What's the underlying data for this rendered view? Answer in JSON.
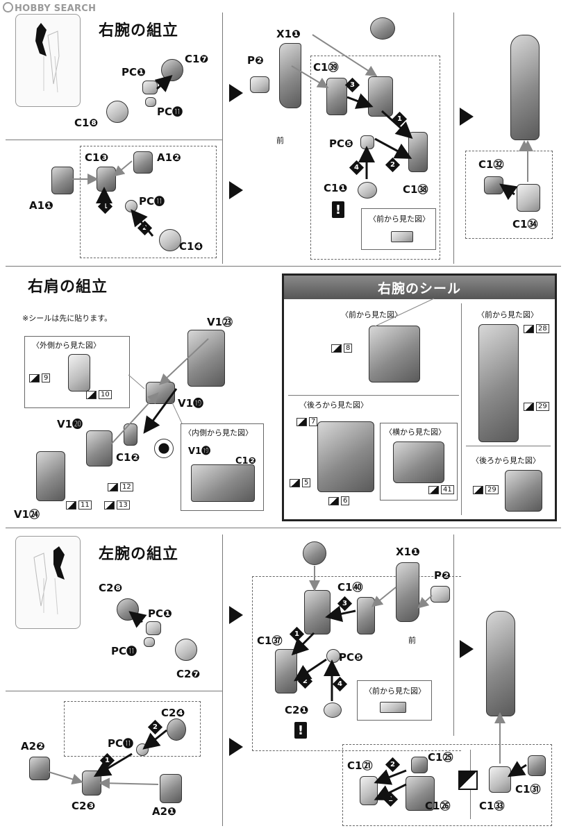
{
  "watermark": {
    "text": "HOBBY SEARCH"
  },
  "sections": {
    "right_arm": {
      "title": "右腕の組立"
    },
    "right_shoulder": {
      "title": "右肩の組立",
      "note": "※シールは先に貼ります。"
    },
    "right_arm_seal": {
      "title": "右腕のシール"
    },
    "left_arm": {
      "title": "左腕の組立"
    }
  },
  "views": {
    "front": "〈前から見た図〉",
    "back": "〈後ろから見た図〉",
    "side": "〈横から見た図〉",
    "outside": "〈外側から見た図〉",
    "inside": "〈内側から見た図〉"
  },
  "direction": {
    "front": "前"
  },
  "labels": {
    "ra": {
      "pc1": "PC❶",
      "c17": "C1❼",
      "pc11": "PC⓫",
      "c18": "C1❽",
      "c13": "C1❸",
      "a12": "A1❷",
      "a11": "A1❶",
      "pc11b": "PC⓫",
      "c14": "C1❹",
      "x11": "X1❶",
      "p2": "P❷",
      "c139": "C1㊴",
      "pc5": "PC❺",
      "c11": "C1❶",
      "c138": "C1㊳",
      "c132": "C1㉜",
      "c134": "C1㉞"
    },
    "rs": {
      "v123": "V1㉓",
      "v119": "V1⓳",
      "v120": "V1⓴",
      "c12": "C1❷",
      "v124": "V1㉔",
      "inset_v119": "V1⓳",
      "inset_c12": "C1❷"
    },
    "la": {
      "c28": "C2❽",
      "pc1": "PC❶",
      "pc11": "PC⓫",
      "c27": "C2❼",
      "c24": "C2❹",
      "pc11b": "PC⓫",
      "a22": "A2❷",
      "c23": "C2❸",
      "a21": "A2❶",
      "c140": "C1㊵",
      "x11": "X1❶",
      "p2": "P❷",
      "c137": "C1㊲",
      "pc5": "PC❺",
      "c21": "C2❶",
      "c121": "C1㉑",
      "c125": "C1㉕",
      "c126": "C1㉖",
      "c133": "C1㉝",
      "c131": "C1㉛"
    }
  },
  "steps": {
    "s1": "1",
    "s2": "2",
    "s3": "3",
    "s4": "4"
  },
  "warning": {
    "mark": "!"
  },
  "stickers": [
    "8",
    "7",
    "5",
    "6",
    "41",
    "28",
    "29",
    "29",
    "9",
    "10",
    "11",
    "12",
    "13"
  ]
}
